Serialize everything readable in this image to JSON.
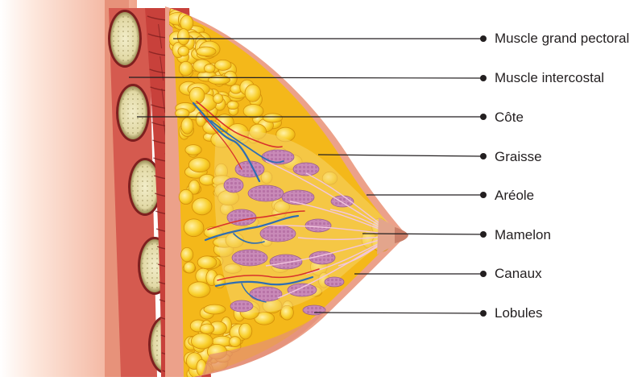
{
  "labels": [
    {
      "id": "muscle-grand-pectoral",
      "text": "Muscle grand pectoral"
    },
    {
      "id": "muscle-intercostal",
      "text": "Muscle intercostal"
    },
    {
      "id": "cote",
      "text": "Côte"
    },
    {
      "id": "graisse",
      "text": "Graisse"
    },
    {
      "id": "areole",
      "text": "Aréole"
    },
    {
      "id": "mamelon",
      "text": "Mamelon"
    },
    {
      "id": "canaux",
      "text": "Canaux"
    },
    {
      "id": "lobules",
      "text": "Lobules"
    }
  ],
  "colors": {
    "skin": "#f3b9a3",
    "skin_light": "#fde3d6",
    "muscle": "#c8413b",
    "muscle_dark": "#7e1f1f",
    "fat": "#f7c51e",
    "fat_dark": "#d99a0a",
    "lobule": "#c98ab8",
    "vein": "#2f6db3",
    "artery": "#d8322b",
    "rib": "#e9e2b8",
    "leader": "#231f20"
  }
}
